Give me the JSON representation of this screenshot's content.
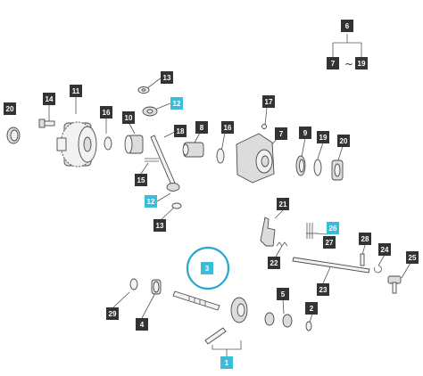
{
  "colors": {
    "label_dark": "#333333",
    "label_highlight": "#3bbcd9",
    "circle_highlight": "#2aa7cc",
    "label_text": "#ffffff"
  },
  "tilde": "~",
  "labels": {
    "l6": "6",
    "l7a": "7",
    "l19a": "19",
    "l13a": "13",
    "l12a": "12",
    "l14": "14",
    "l11": "11",
    "l20a": "20",
    "l16a": "16",
    "l10": "10",
    "l18": "18",
    "l8": "8",
    "l16b": "16",
    "l17": "17",
    "l7b": "7",
    "l9": "9",
    "l19b": "19",
    "l20b": "20",
    "l15": "15",
    "l12b": "12",
    "l13b": "13",
    "l21": "21",
    "l26": "26",
    "l27": "27",
    "l22": "22",
    "l28": "28",
    "l24": "24",
    "l25": "25",
    "l23": "23",
    "l3": "3",
    "l29": "29",
    "l4": "4",
    "l5": "5",
    "l2": "2",
    "l1": "1"
  }
}
